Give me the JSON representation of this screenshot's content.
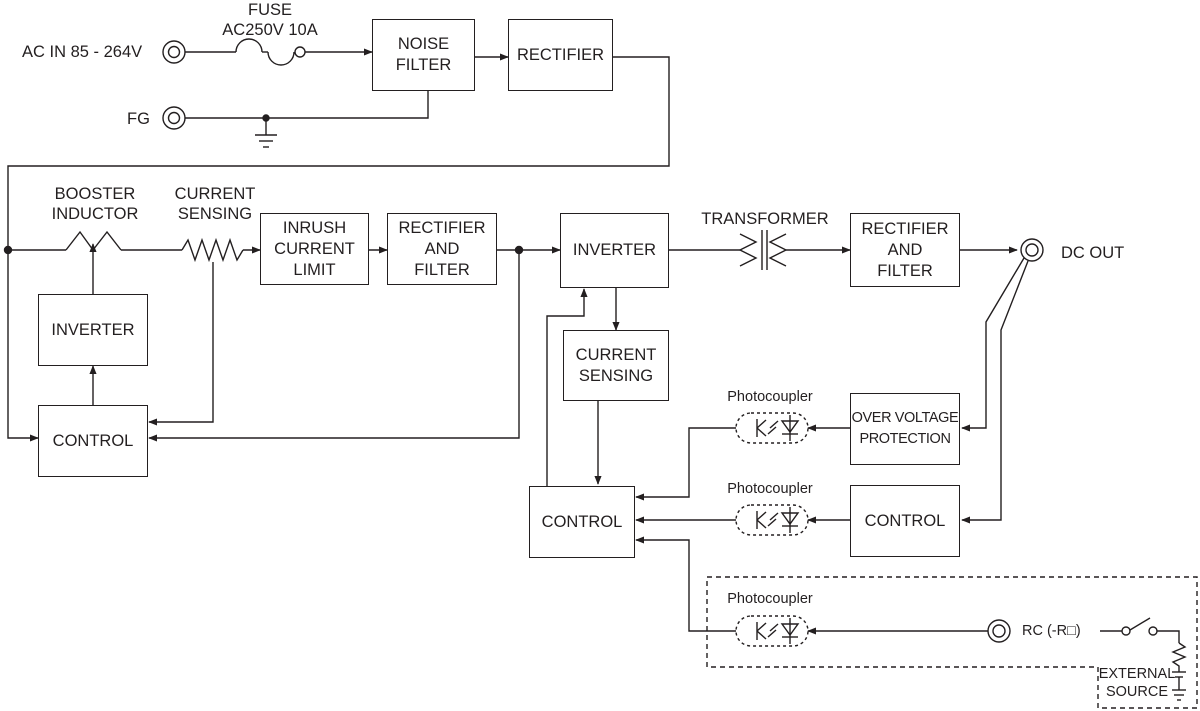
{
  "diagram": {
    "labels": {
      "ac_in": "AC IN 85 - 264V",
      "fuse": "FUSE\nAC250V 10A",
      "fg": "FG",
      "booster_inductor": "BOOSTER\nINDUCTOR",
      "current_sensing_top": "CURRENT\nSENSING",
      "transformer": "TRANSFORMER",
      "dc_out": "DC OUT",
      "photocoupler_1": "Photocoupler",
      "photocoupler_2": "Photocoupler",
      "photocoupler_3": "Photocoupler",
      "rc": "RC (-R□)",
      "external_source": "EXTERNAL\nSOURCE"
    },
    "blocks": {
      "noise_filter": "NOISE\nFILTER",
      "rectifier_1": "RECTIFIER",
      "inverter_left": "INVERTER",
      "control_left": "CONTROL",
      "inrush": "INRUSH\nCURRENT\nLIMIT",
      "rectifier_filter_1": "RECTIFIER\nAND\nFILTER",
      "inverter_main": "INVERTER",
      "current_sensing_box": "CURRENT\nSENSING",
      "control_main": "CONTROL",
      "rectifier_filter_2": "RECTIFIER\nAND\nFILTER",
      "ovp": "OVER VOLTAGE\nPROTECTION",
      "control_right": "CONTROL"
    },
    "colors": {
      "line": "#231f20",
      "background": "#ffffff"
    }
  }
}
